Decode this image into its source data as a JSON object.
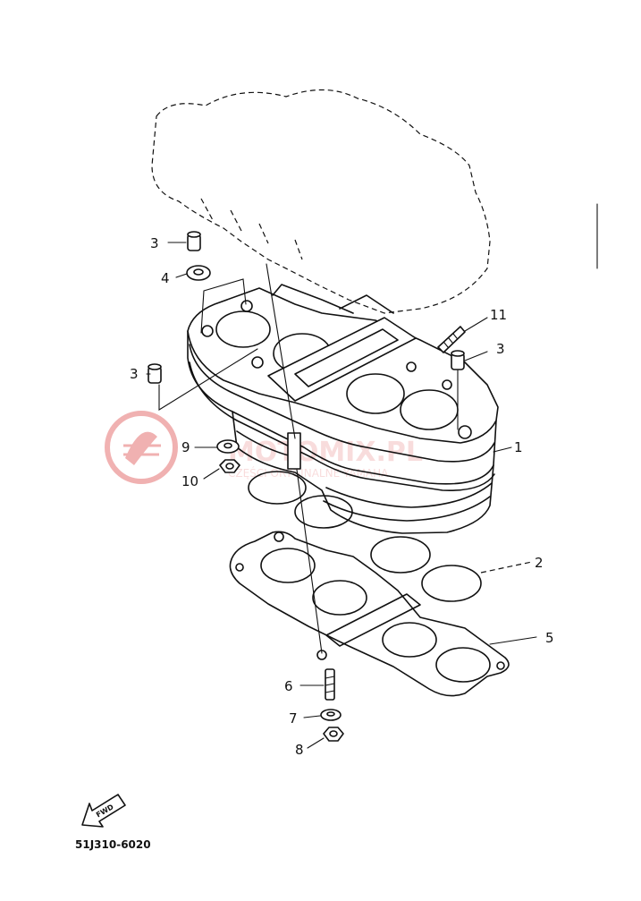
{
  "diagram": {
    "part_labels": [
      {
        "id": "lbl-3a",
        "text": "3"
      },
      {
        "id": "lbl-4",
        "text": "4"
      },
      {
        "id": "lbl-3b",
        "text": "3"
      },
      {
        "id": "lbl-11",
        "text": "11"
      },
      {
        "id": "lbl-3c",
        "text": "3"
      },
      {
        "id": "lbl-1",
        "text": "1"
      },
      {
        "id": "lbl-9",
        "text": "9"
      },
      {
        "id": "lbl-10",
        "text": "10"
      },
      {
        "id": "lbl-2",
        "text": "2"
      },
      {
        "id": "lbl-5",
        "text": "5"
      },
      {
        "id": "lbl-6",
        "text": "6"
      },
      {
        "id": "lbl-7",
        "text": "7"
      },
      {
        "id": "lbl-8",
        "text": "8"
      }
    ],
    "front_arrow_text": "FWD",
    "diagram_code": "51J310-6020"
  },
  "watermark": {
    "text": "MOTOMIX.PL",
    "subtext": "CZĘŚCI ORYGINALNE YAMAHA",
    "color": "#e57373"
  }
}
